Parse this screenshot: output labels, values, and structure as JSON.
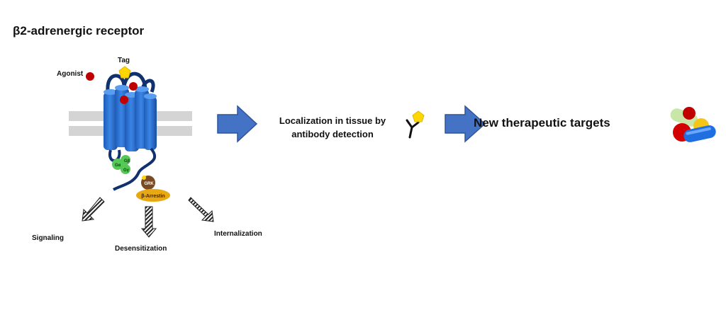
{
  "title": "β2-adrenergic receptor",
  "receptor": {
    "agonist_label": "Agonist",
    "tag_label": "Tag",
    "g_protein": {
      "beta": "Gβ",
      "alpha": "Gα",
      "gamma": "Gγ"
    },
    "grk_label": "GRK",
    "arrestin_label": "β-Arrestin"
  },
  "outcomes": {
    "signaling": "Signaling",
    "desensitization": "Desensitization",
    "internalization": "Internalization"
  },
  "detection": {
    "line1": "Localization in tissue by",
    "line2": "antibody detection"
  },
  "result": "New therapeutic targets",
  "colors": {
    "membrane": "#d4d4d4",
    "receptor": "#2a6fd1",
    "receptor_dark": "#10316e",
    "agonist": "#c00000",
    "tag": "#ffd700",
    "g_protein": "#55c955",
    "grk": "#7a4a22",
    "arrestin": "#e8a813",
    "process_arrow": "#4472c4"
  },
  "icons": [
    "agonist-ball-icon",
    "tag-pentagon-icon",
    "antibody-icon",
    "pills-icon",
    "process-arrow-icon"
  ]
}
